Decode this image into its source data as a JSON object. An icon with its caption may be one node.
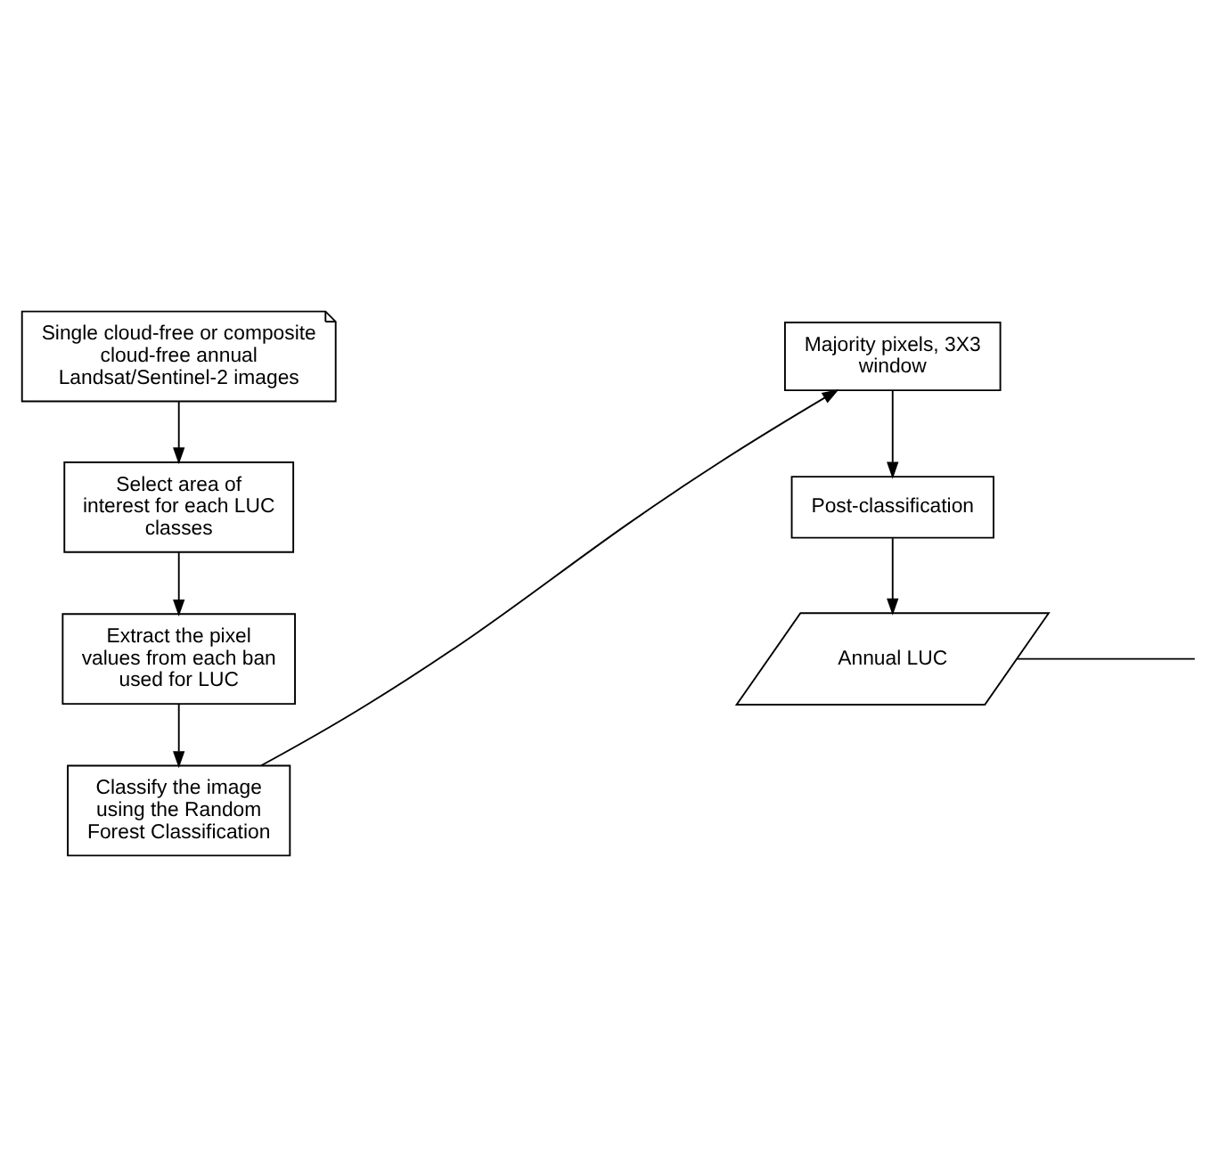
{
  "diagram": {
    "nodes": [
      {
        "text": [
          "Single cloud-free or composite cloud-free annual Landsat/Sentinel-2 images"
        ]
      },
      {
        "text": [
          "Select area of interest for each LUC classes"
        ]
      },
      {
        "text": [
          "Extract the pixel values from each ban used for LUC"
        ]
      },
      {
        "text": [
          "Classify the image using the Random Forest Classification"
        ]
      },
      {
        "text": [
          "Majority pixels, 3X3 window"
        ]
      },
      {
        "text": [
          "Post-classification"
        ]
      },
      {
        "text": [
          "Annual LUC"
        ]
      }
    ],
    "edges": [
      {
        "from": 0,
        "to": 1,
        "arrow": "to"
      },
      {
        "from": 1,
        "to": 2,
        "arrow": "to"
      },
      {
        "from": 2,
        "to": 3,
        "arrow": "to"
      },
      {
        "from": 3,
        "to": 4,
        "arrow": "to"
      },
      {
        "from": 4,
        "to": 5,
        "arrow": "to"
      },
      {
        "from": 5,
        "to": 6,
        "arrow": "to"
      },
      {
        "from": 6,
        "to": null,
        "arrow": "none"
      }
    ]
  }
}
